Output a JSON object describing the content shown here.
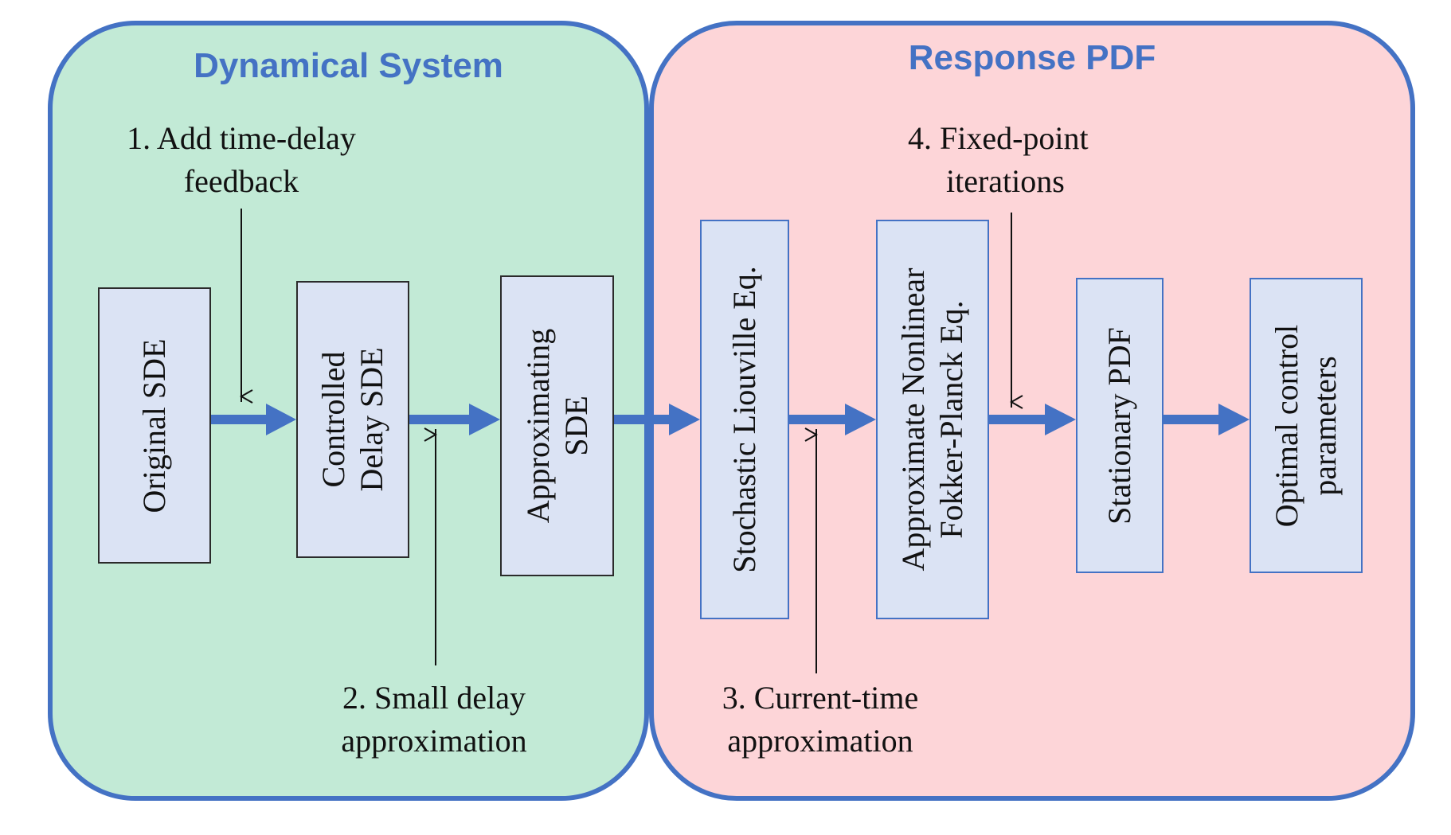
{
  "colors": {
    "accent": "#4472c4",
    "dynamical_fill": "#c2ead6",
    "response_fill": "#fdd5d8",
    "box_fill": "#dbe3f4"
  },
  "regions": {
    "dynamical_system": {
      "title": "Dynamical System"
    },
    "response_pdf": {
      "title": "Response PDF"
    }
  },
  "boxes": {
    "original": {
      "lines": [
        "Original SDE"
      ]
    },
    "controlled": {
      "lines": [
        "Controlled",
        "Delay SDE"
      ]
    },
    "approximating": {
      "lines": [
        "Approximating",
        "SDE"
      ]
    },
    "liouville": {
      "lines": [
        "Stochastic Liouville Eq."
      ]
    },
    "fokker_planck": {
      "lines": [
        "Approximate Nonlinear",
        "Fokker-Planck Eq."
      ]
    },
    "stationary": {
      "lines": [
        "Stationary PDF"
      ]
    },
    "optimal": {
      "lines": [
        "Optimal control",
        "parameters"
      ]
    }
  },
  "steps": {
    "step1": {
      "lines": [
        "1. Add time-delay",
        "feedback"
      ]
    },
    "step2": {
      "lines": [
        "2. Small delay",
        "approximation"
      ]
    },
    "step3": {
      "lines": [
        "3. Current-time",
        "approximation"
      ]
    },
    "step4": {
      "lines": [
        "4. Fixed-point",
        "iterations"
      ]
    }
  }
}
